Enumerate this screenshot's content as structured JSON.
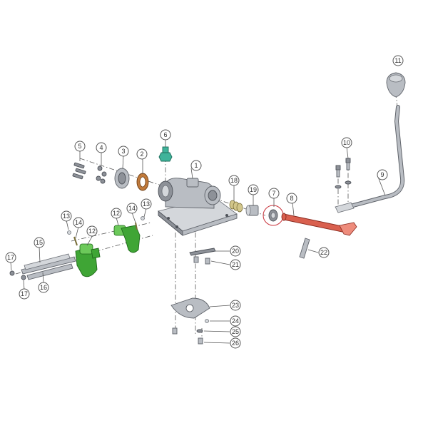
{
  "diagram": {
    "colors": {
      "housing": "#b9bdc3",
      "selector_forks": "#3fa535",
      "shift_rod": "#d9604f",
      "washer": "#c07a3b",
      "breather": "#3fb39a",
      "highlight_circle": "#c8323a"
    },
    "callouts": [
      {
        "id": "1",
        "label": "1"
      },
      {
        "id": "2",
        "label": "2"
      },
      {
        "id": "3",
        "label": "3"
      },
      {
        "id": "4",
        "label": "4"
      },
      {
        "id": "5",
        "label": "5"
      },
      {
        "id": "6",
        "label": "6"
      },
      {
        "id": "7",
        "label": "7"
      },
      {
        "id": "8",
        "label": "8"
      },
      {
        "id": "9",
        "label": "9"
      },
      {
        "id": "10",
        "label": "10"
      },
      {
        "id": "11",
        "label": "11"
      },
      {
        "id": "12a",
        "label": "12"
      },
      {
        "id": "12b",
        "label": "12"
      },
      {
        "id": "13a",
        "label": "13"
      },
      {
        "id": "13b",
        "label": "13"
      },
      {
        "id": "14a",
        "label": "14"
      },
      {
        "id": "14b",
        "label": "14"
      },
      {
        "id": "15",
        "label": "15"
      },
      {
        "id": "16",
        "label": "16"
      },
      {
        "id": "17a",
        "label": "17"
      },
      {
        "id": "17b",
        "label": "17"
      },
      {
        "id": "18",
        "label": "18"
      },
      {
        "id": "19",
        "label": "19"
      },
      {
        "id": "20",
        "label": "20"
      },
      {
        "id": "21",
        "label": "21"
      },
      {
        "id": "22",
        "label": "22"
      },
      {
        "id": "23",
        "label": "23"
      },
      {
        "id": "24",
        "label": "24"
      },
      {
        "id": "25",
        "label": "25"
      },
      {
        "id": "26",
        "label": "26"
      }
    ]
  }
}
